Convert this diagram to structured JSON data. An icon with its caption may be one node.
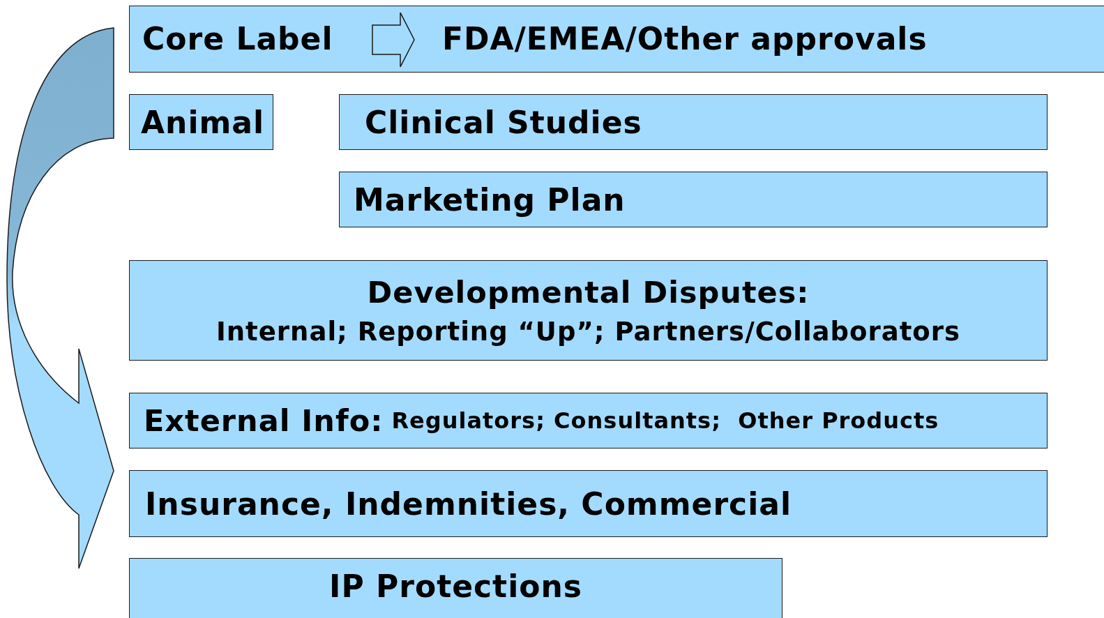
{
  "diagram": {
    "nodes": [
      {
        "text": [],
        "shape": "box"
      },
      {
        "text": [
          "Core Label"
        ],
        "in": 0
      },
      {
        "text": [
          "FDA/EMEA/Other approvals"
        ],
        "in": 0
      },
      {
        "text": [
          "Animal"
        ]
      },
      {
        "text": [
          "Clinical Studies"
        ]
      },
      {
        "text": [
          "Marketing Plan"
        ]
      },
      {
        "text": [
          "Developmental Disputes:",
          "Internal; Reporting “Up”; Partners/Collaborators"
        ]
      },
      {
        "text": [
          "External Info:",
          "Regulators; Consultants;  Other Products"
        ]
      },
      {
        "text": [
          "Insurance, Indemnities, Commercial"
        ]
      },
      {
        "text": [
          "IP Protections"
        ]
      }
    ],
    "edges": [
      {
        "from": 1,
        "to": 2,
        "arrow": "to",
        "style": "thick"
      },
      {
        "from": null,
        "to": 8,
        "arrow": "to",
        "style": "thick"
      }
    ]
  }
}
